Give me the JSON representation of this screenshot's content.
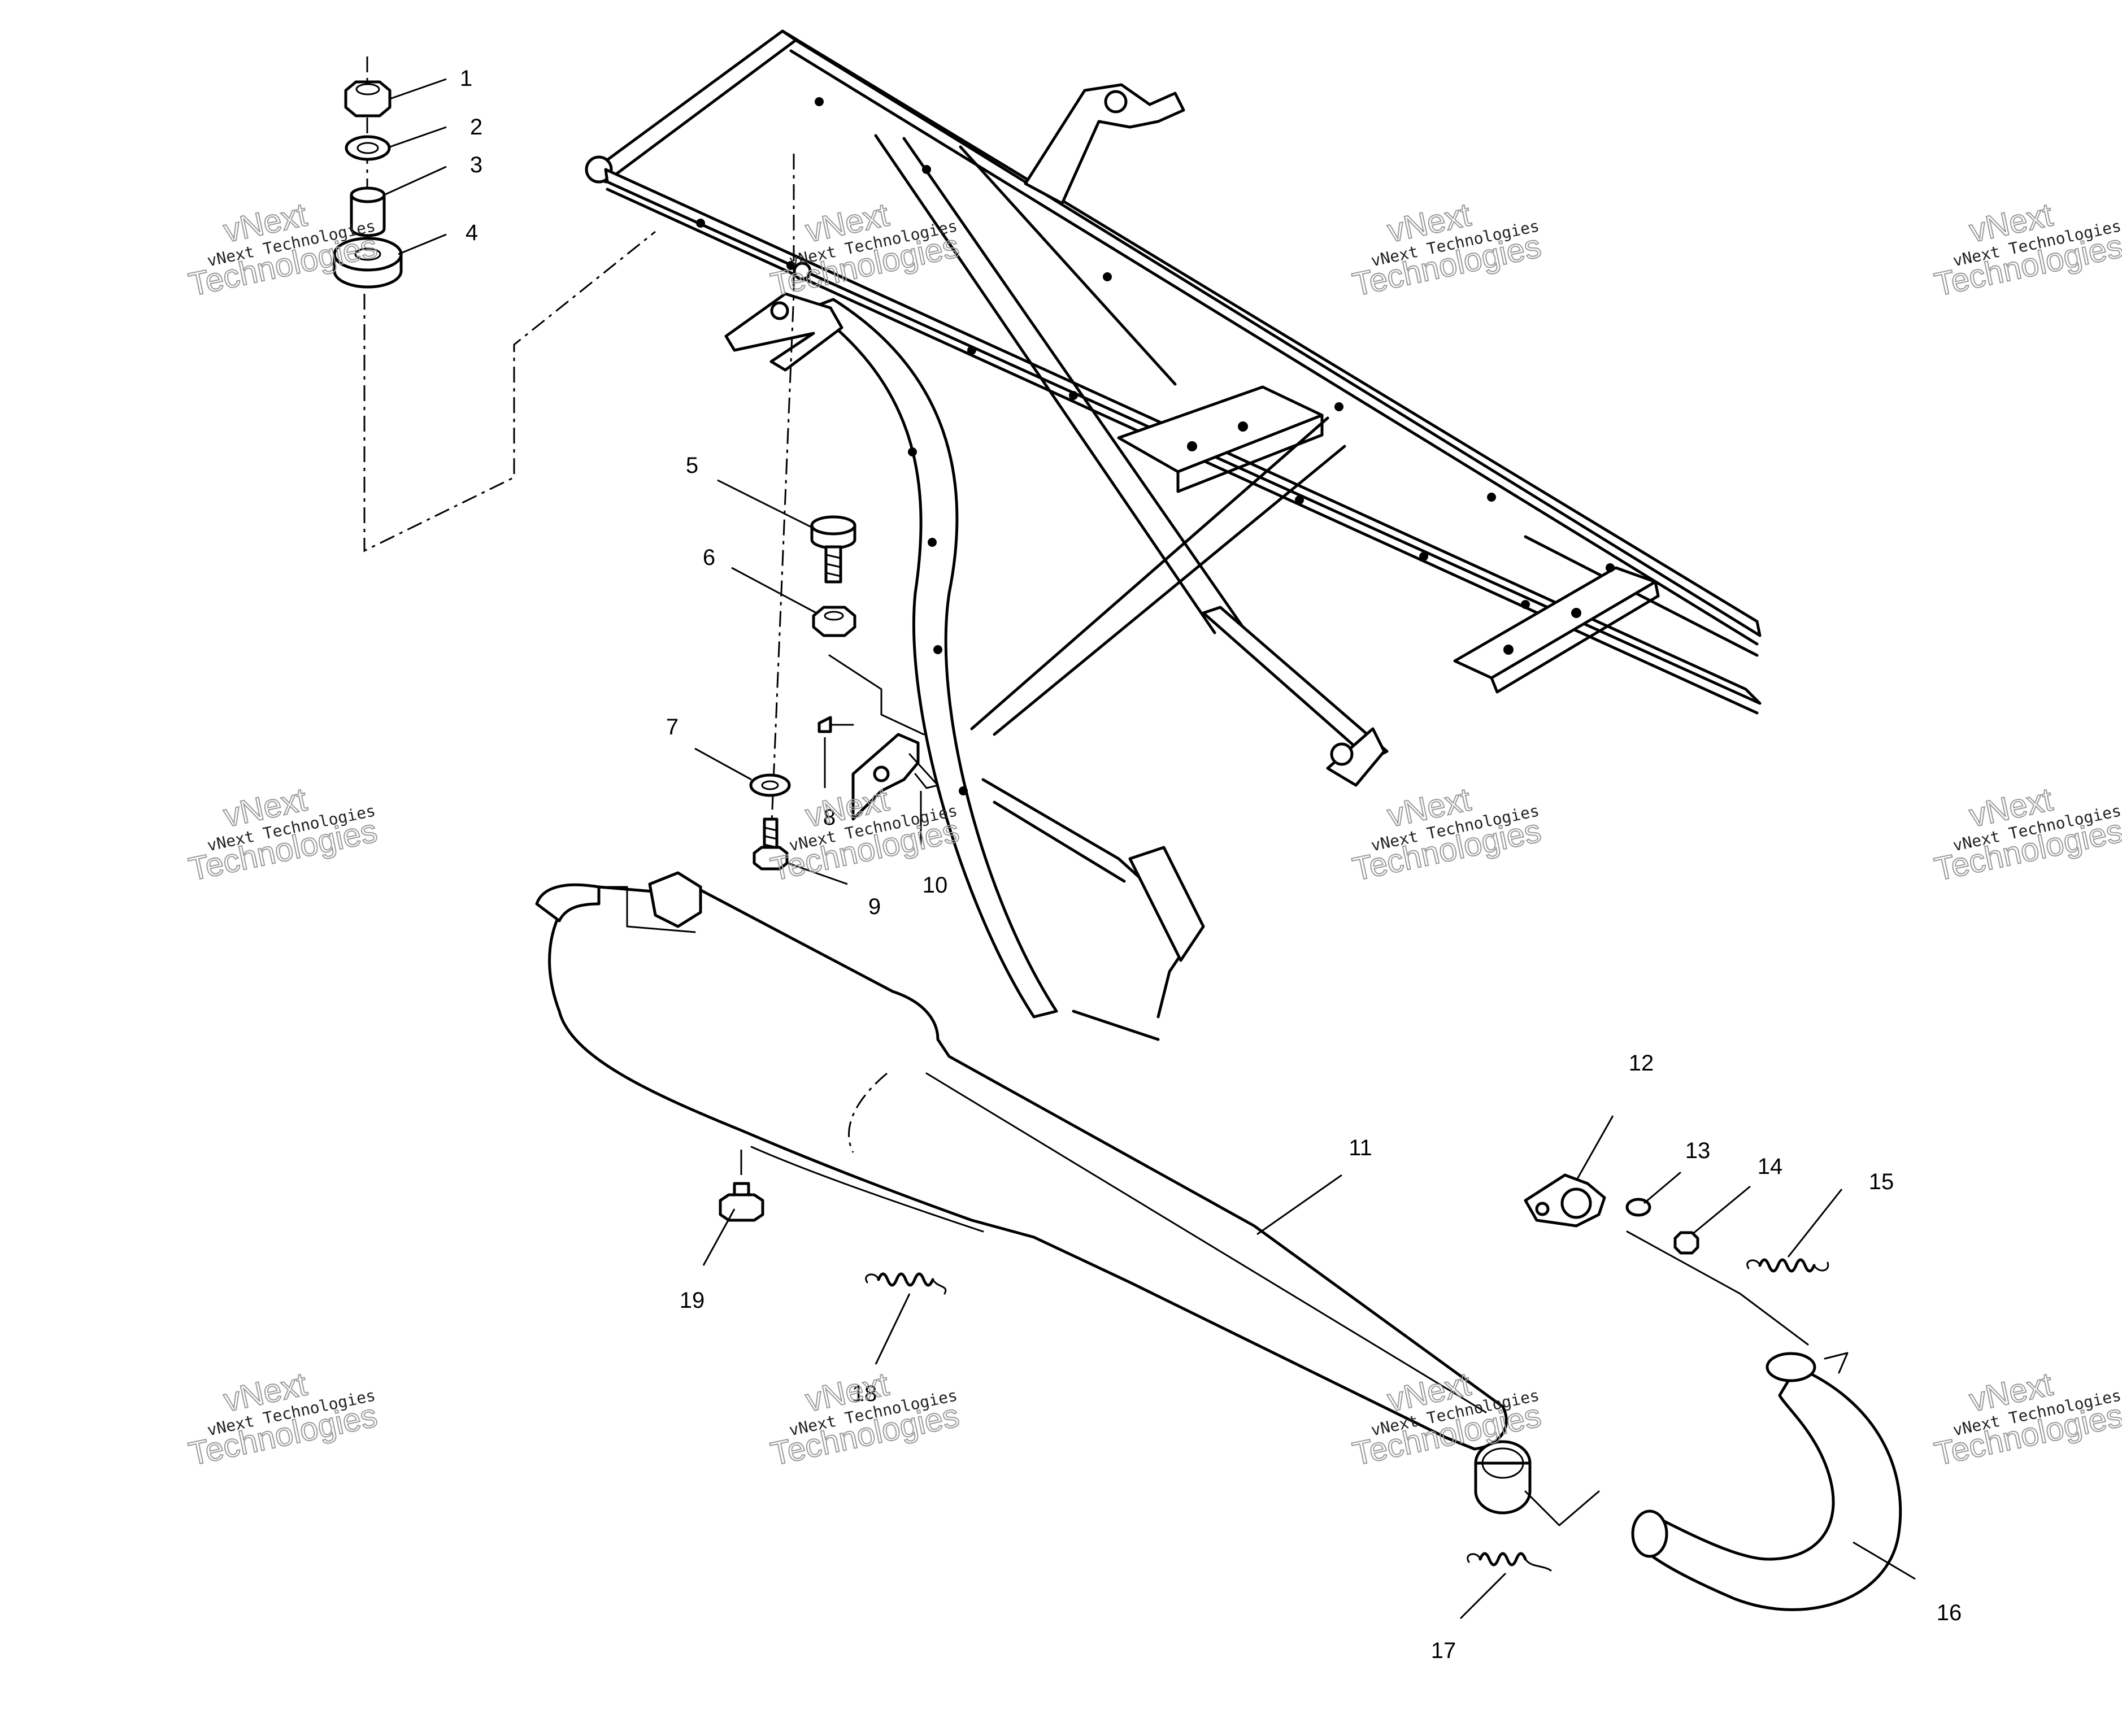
{
  "callouts": [
    "1",
    "2",
    "3",
    "4",
    "5",
    "6",
    "7",
    "8",
    "9",
    "10",
    "11",
    "12",
    "13",
    "14",
    "15",
    "16",
    "17",
    "18",
    "19"
  ],
  "watermark": {
    "line1": "vNext Technologies",
    "line2": "vNext",
    "line3": "Technologies"
  }
}
